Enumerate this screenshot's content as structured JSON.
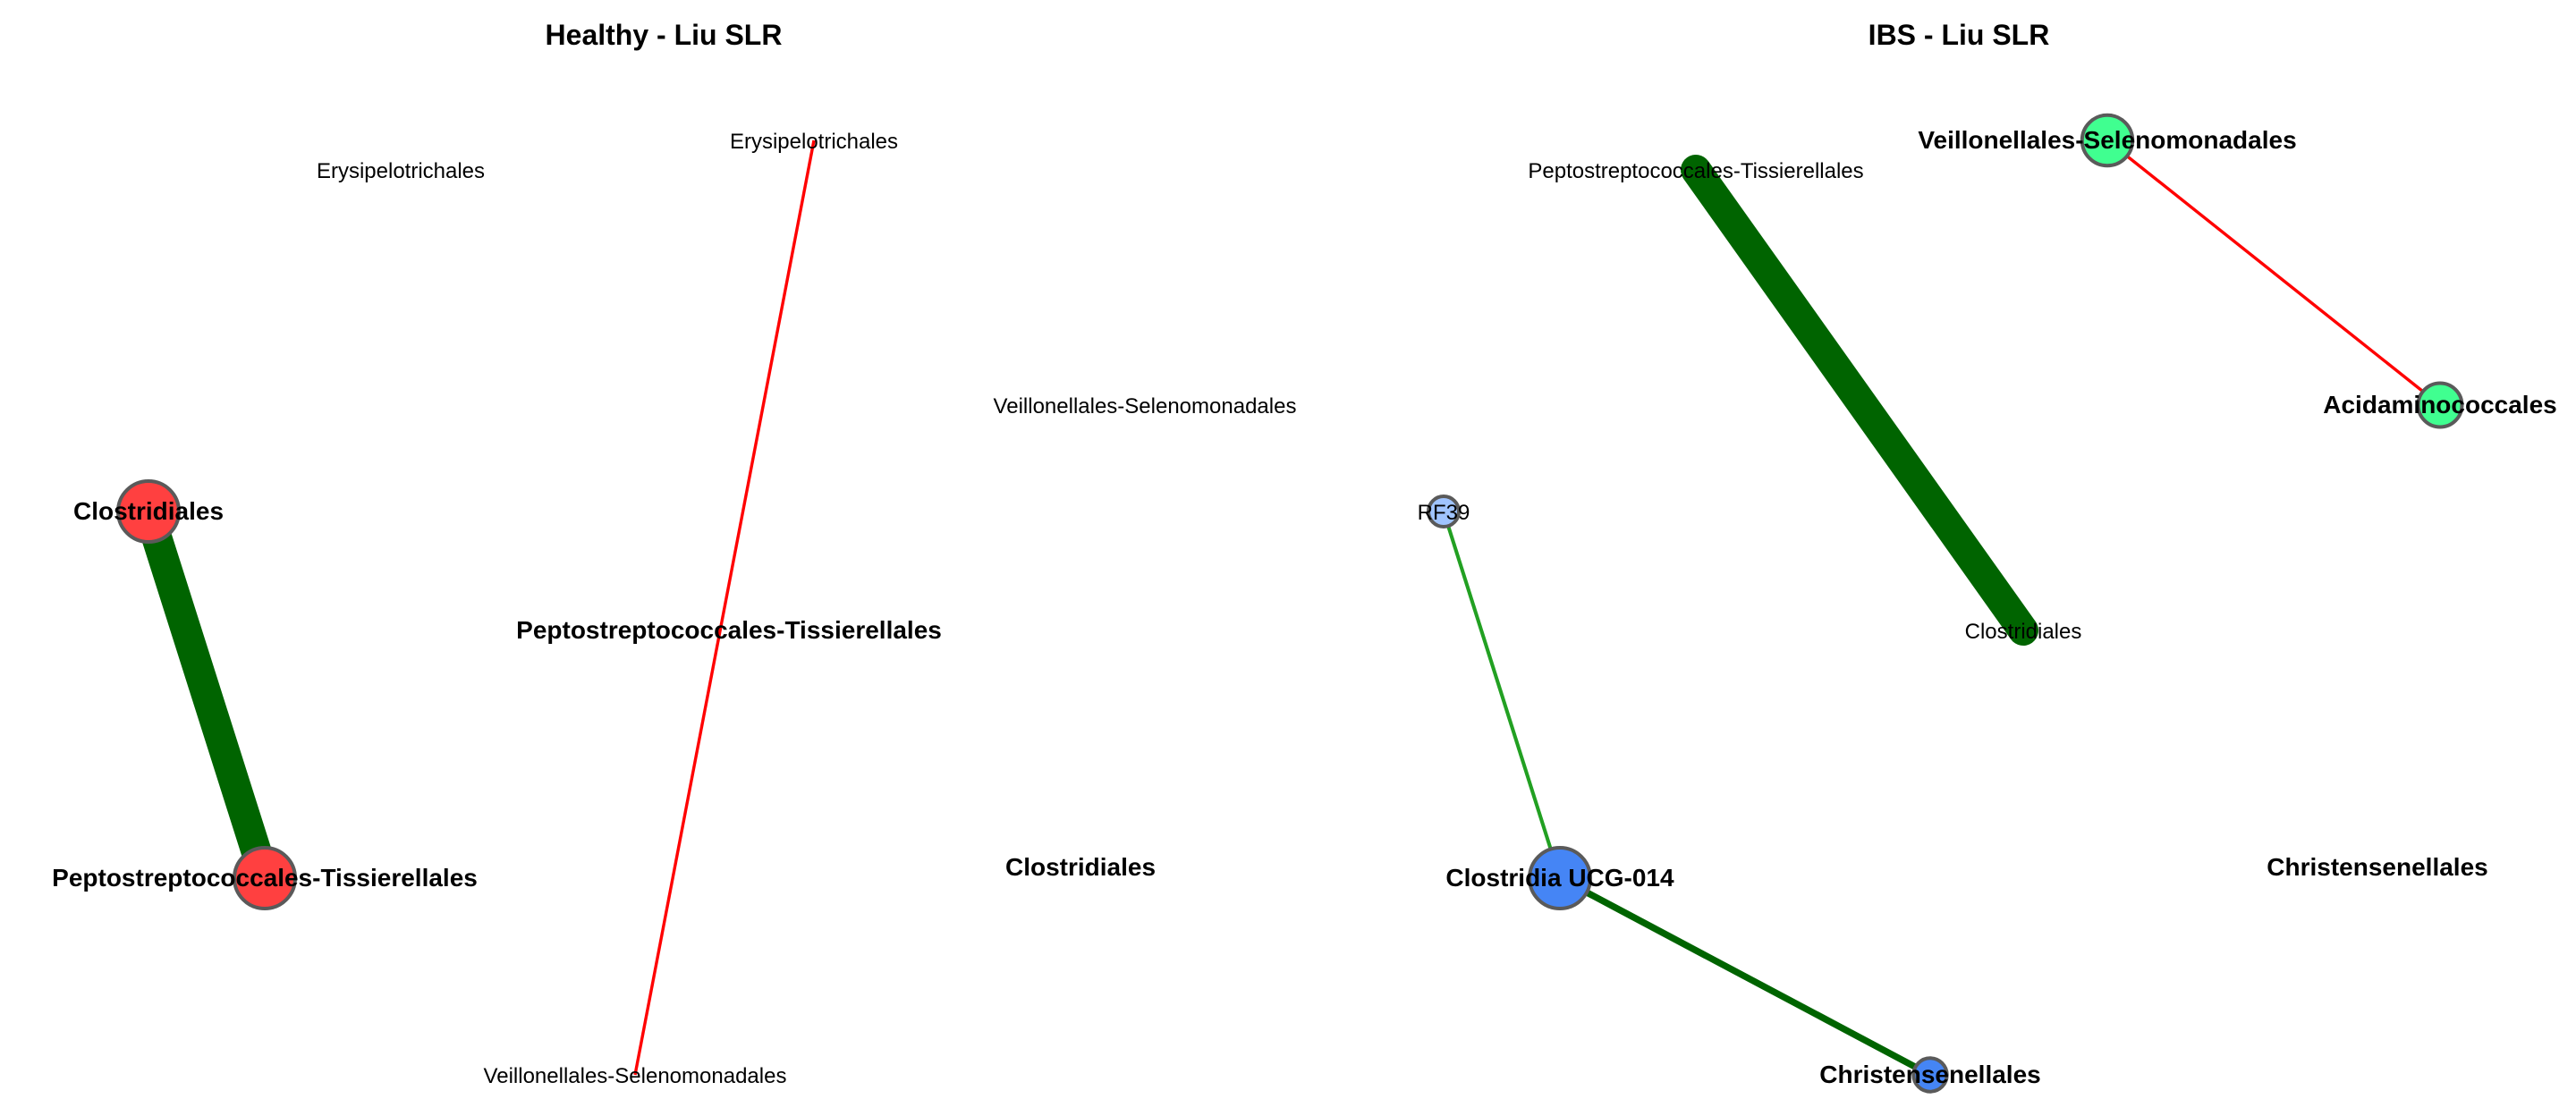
{
  "panels": [
    {
      "title": "Healthy - Liu SLR",
      "nodes": [
        {
          "label": "Erysipelotrichales",
          "bold": false,
          "size": 0
        },
        {
          "label": "Erysipelotrichales",
          "bold": false,
          "size": 0
        },
        {
          "label": "Veillonellales-Selenomonadales",
          "bold": false,
          "size": 0
        },
        {
          "label": "Clostridiales",
          "bold": true,
          "size": 1.0,
          "color": "#ff4040"
        },
        {
          "label": "Peptostreptococcales-Tissierellales",
          "bold": true,
          "size": 0
        },
        {
          "label": "Clostridiales",
          "bold": true,
          "size": 0
        },
        {
          "label": "Peptostreptococcales-Tissierellales",
          "bold": true,
          "size": 1.0,
          "color": "#ff4040"
        },
        {
          "label": "Veillonellales-Selenomonadales",
          "bold": false,
          "size": 0
        }
      ],
      "edges": [
        {
          "from": 3,
          "to": 6,
          "weight": 1.0,
          "color": "#006400"
        },
        {
          "from": 1,
          "to": 7,
          "weight": 0.1,
          "color": "#ff0000"
        }
      ]
    },
    {
      "title": "IBS - Liu SLR",
      "nodes": [
        {
          "label": "Veillonellales-Selenomonadales",
          "bold": true,
          "size": 0.83,
          "color": "#40ff90"
        },
        {
          "label": "Peptostreptococcales-Tissierellales",
          "bold": false,
          "size": 0
        },
        {
          "label": "Acidaminococcales",
          "bold": true,
          "size": 0.72,
          "color": "#40ff90"
        },
        {
          "label": "RF39",
          "bold": false,
          "size": 0.5,
          "color": "#a0c4ff"
        },
        {
          "label": "Clostridiales",
          "bold": false,
          "size": 0
        },
        {
          "label": "Clostridia UCG-014",
          "bold": true,
          "size": 1.0,
          "color": "#4585f5"
        },
        {
          "label": "Christensenellales",
          "bold": true,
          "size": 0
        },
        {
          "label": "Christensenellales",
          "bold": true,
          "size": 0.55,
          "color": "#4585f5"
        }
      ],
      "edges": [
        {
          "from": 1,
          "to": 4,
          "weight": 1.0,
          "color": "#006400"
        },
        {
          "from": 0,
          "to": 2,
          "weight": 0.1,
          "color": "#ff0000"
        },
        {
          "from": 3,
          "to": 5,
          "weight": 0.12,
          "color": "#22a022"
        },
        {
          "from": 5,
          "to": 7,
          "weight": 0.22,
          "color": "#006400"
        }
      ]
    }
  ]
}
